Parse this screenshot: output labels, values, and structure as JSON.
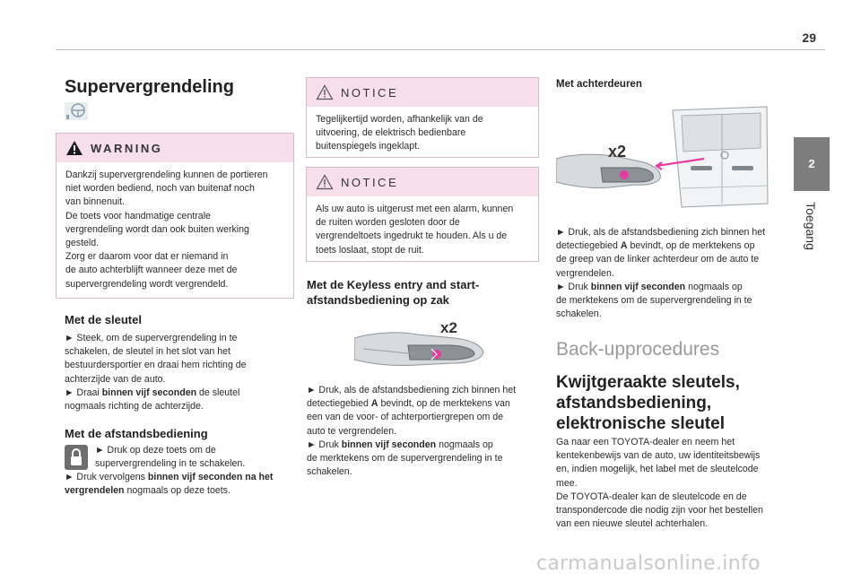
{
  "header": {
    "page_number": "29"
  },
  "sidetab": {
    "number": "2",
    "label": "Toegang"
  },
  "left": {
    "title": "Supervergrendeling",
    "warning": {
      "title": "WARNING",
      "lines": [
        "Dankzij supervergrendeling kunnen de portieren",
        "niet worden bediend, noch van buitenaf noch",
        "van binnenuit.",
        "De toets voor handmatige centrale",
        "vergrendeling wordt dan ook buiten werking",
        "gesteld.",
        "Zorg er daarom voor dat er niemand in",
        "de auto achterblijft wanneer deze met de",
        "supervergrendeling wordt vergrendeld."
      ]
    },
    "key_section": {
      "title": "Met de sleutel",
      "l1": "► Steek, om de supervergrendeling in te",
      "l2": "schakelen, de sleutel in het slot van het",
      "l3": "bestuurdersportier en draai hem richting de",
      "l4": "achterzijde van de auto.",
      "l5a": "► Draai ",
      "l5b": "binnen vijf seconden",
      "l5c": " de sleutel",
      "l6": "nogmaals richting de achterzijde."
    },
    "remote_section": {
      "title": "Met de afstandsbediening",
      "l1": "► Druk op deze toets om de",
      "l2": "supervergrendeling in te schakelen.",
      "l3a": "► Druk vervolgens ",
      "l3b": "binnen vijf seconden na het",
      "l4a": "vergrendelen",
      "l4b": " nogmaals op deze toets."
    }
  },
  "middle": {
    "notice1": {
      "title": "NOTICE",
      "lines": [
        "Tegelijkertijd worden, afhankelijk van de",
        "uitvoering, de elektrisch bedienbare",
        "buitenspiegels ingeklapt."
      ]
    },
    "notice2": {
      "title": "NOTICE",
      "lines": [
        "Als uw auto is uitgerust met een alarm, kunnen",
        "de ruiten worden gesloten door de",
        "vergrendeltoets ingedrukt te houden. Als u de",
        "toets loslaat, stopt de ruit."
      ]
    },
    "keyless": {
      "title_l1": "Met de Keyless entry and start-",
      "title_l2": "afstandsbediening op zak",
      "image_label": "x2",
      "l1": "► Druk, als de afstandsbediening zich binnen het",
      "l2a": "detectiegebied ",
      "l2b": "A",
      "l2c": " bevindt, op de merktekens van",
      "l3": "een van de voor- of achterportiergrepen om de",
      "l4": "auto te vergrendelen.",
      "l5a": "► Druk ",
      "l5b": "binnen vijf seconden",
      "l5c": " nogmaals op",
      "l6": "de merktekens om de supervergrendeling in te",
      "l7": "schakelen."
    }
  },
  "right": {
    "rear": {
      "title": "Met achterdeuren",
      "image_label": "x2",
      "l1": "► Druk, als de afstandsbediening zich binnen het",
      "l2a": "detectiegebied ",
      "l2b": "A",
      "l2c": " bevindt, op de merktekens op",
      "l3": "de greep van de linker achterdeur om de auto te",
      "l4": "vergrendelen.",
      "l5a": "► Druk ",
      "l5b": "binnen vijf seconden",
      "l5c": " nogmaals op",
      "l6": "de merktekens om de supervergrendeling in te",
      "l7": "schakelen."
    },
    "backup_title": "Back-upprocedures",
    "lost": {
      "title_l1": "Kwijtgeraakte sleutels,",
      "title_l2": "afstandsbediening,",
      "title_l3": "elektronische sleutel",
      "lines": [
        "Ga naar een TOYOTA-dealer en neem het",
        "kentekenbewijs van de auto, uw identiteitsbewijs",
        "en, indien mogelijk, het label met de sleutelcode",
        "mee.",
        "De TOYOTA-dealer kan de sleutelcode en de",
        "transpondercode die nodig zijn voor het bestellen",
        "van een nieuwe sleutel achterhalen."
      ]
    }
  },
  "watermark": "carmanualsonline.info",
  "colors": {
    "box_head": "#f6dfeb",
    "box_border": "#d8b8cc",
    "accent_pink": "#e63aa0",
    "sidetab": "#7d7d7d"
  }
}
